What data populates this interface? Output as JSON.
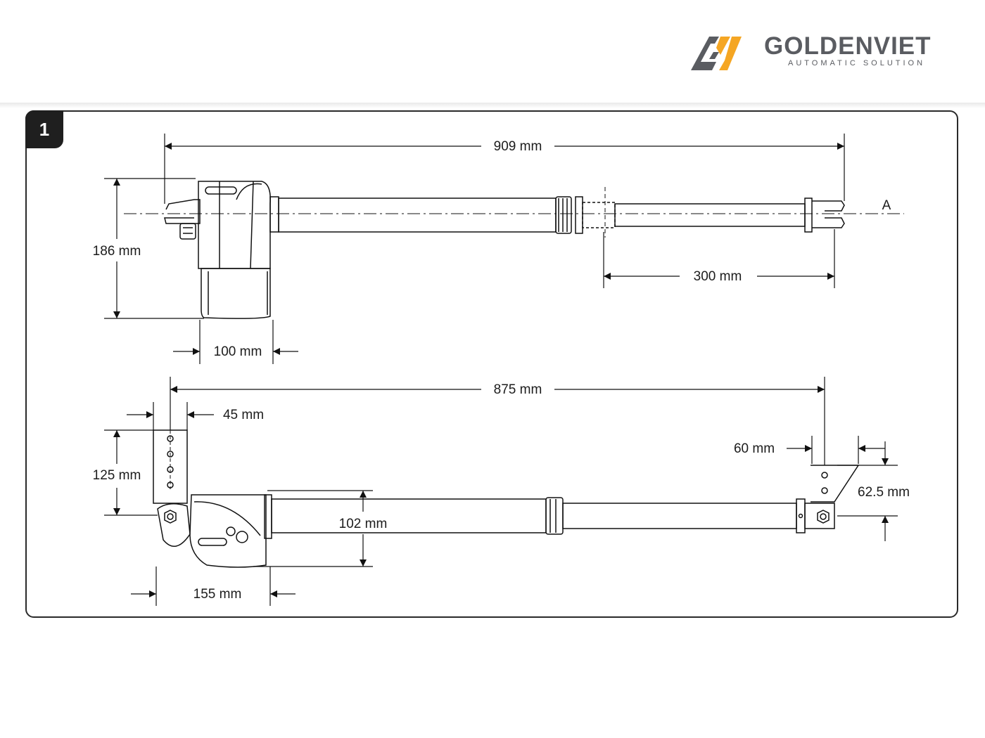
{
  "brand": {
    "name": "GOLDENVIET",
    "tagline": "AUTOMATIC SOLUTION",
    "colors": {
      "gray": "#5a5c61",
      "orange": "#f5a623"
    }
  },
  "figure": {
    "number": "1",
    "point_label": "A"
  },
  "dimensions": {
    "overall_length": "909 mm",
    "height": "186 mm",
    "motor_width": "100 mm",
    "stroke": "300 mm",
    "mounting_length": "875 mm",
    "bracket_offset": "45 mm",
    "bracket_height": "125 mm",
    "tube_height": "102 mm",
    "rear_depth": "155 mm",
    "front_bracket_width": "60 mm",
    "front_bracket_height": "62.5 mm"
  }
}
